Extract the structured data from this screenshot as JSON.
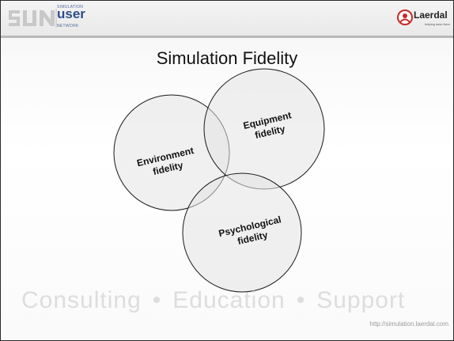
{
  "header": {
    "logo_small_top": "SIMULATION",
    "logo_user": "user",
    "logo_small_bottom": "NETWORK",
    "brand_name": "Laerdal",
    "brand_tagline": "helping save lives"
  },
  "title": "Simulation Fidelity",
  "venn": {
    "environment": {
      "line1": "Environment",
      "line2": "fidelity"
    },
    "equipment": {
      "line1": "Equipment",
      "line2": "fidelity"
    },
    "psychological": {
      "line1": "Psychological",
      "line2": "fidelity"
    }
  },
  "footer": {
    "word1": "Consulting",
    "separator": "•",
    "word2": "Education",
    "word3": "Support",
    "url": "http://simulation.laerdal.com"
  },
  "colors": {
    "circle_fill": "#e3e3e3",
    "circle_stroke": "#1a1a1a",
    "header_bar": "#b9b9b9",
    "sun_logo_gray": "#c8c8c8",
    "sun_user_blue": "#2e4e87",
    "footer_watermark": "#dddddd"
  }
}
